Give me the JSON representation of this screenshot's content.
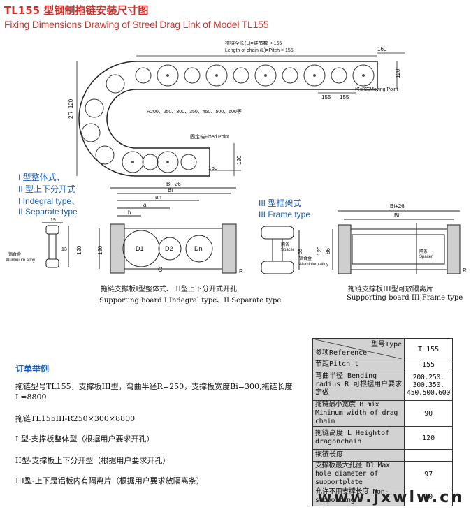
{
  "header": {
    "title_cn": "TL155 型钢制拖链安装尺寸图",
    "title_en": "Fixing Dimensions Drawing of Streel Drag Link of Model TL155"
  },
  "drawing": {
    "length_label_cn": "拖链全长(L)=链节数 × 155",
    "length_label_en": "Length of chain (L)=Pitch × 155",
    "radius_label": "R200、250、300、350、450、500、600等",
    "height_label": "2R+120",
    "moving_point": "移动端Moving Point",
    "fixed_point": "固定端Fixed Point",
    "dim_160": "160",
    "dim_120": "120",
    "dim_155": "155"
  },
  "types": {
    "type1_cn": "I 型整体式、",
    "type2_cn": "II 型上下分开式",
    "type1_en": "I Indegral type、",
    "type2_en": "II Separate type",
    "type3_cn": "III 型框架式",
    "type3_en": "III Frame type"
  },
  "board_left": {
    "bi26": "Bi+26",
    "bi": "Bi",
    "an": "an",
    "a": "a",
    "h": "h",
    "d1": "D1",
    "d2": "D2",
    "dn": "Dn",
    "c": "C",
    "r": "R",
    "dim_19": "19",
    "dim_13": "13",
    "dim_120": "120",
    "alloy_cn": "铝合金",
    "alloy_en": "Aluminium alloy",
    "caption_cn": "拖链支撑板I型整体式、 II型上下分开式开孔",
    "caption_en": "Supporting board I Indegral type、II Separate type"
  },
  "board_right": {
    "bi26": "Bi+26",
    "bi": "Bi",
    "r": "R",
    "dim_120": "120",
    "dim_86": "86",
    "spacer_cn": "隔条",
    "spacer_en": "Spacer",
    "alloy_cn": "铝合金",
    "alloy_en": "Aluminium alloy",
    "caption_cn": "拖链支撑板III型可放隔离片",
    "caption_en": "Supporting board III,Frame type"
  },
  "order": {
    "title": "订单举例",
    "line1": "拖链型号TL155，支撑板III型，弯曲半径R=250，支撑板宽度Bi=300,拖链长度L=8800",
    "line2": "拖链TL155III-R250×300×8800",
    "line3": "I 型-支撑板整体型（根据用户要求开孔）",
    "line4": "II型-支撑板上下分开型（根据用户要求开孔）",
    "line5": "III型-上下是铝板内有隔离片（根据用户要求放隔离条）"
  },
  "spec_table": {
    "header_model": "型号Type",
    "header_ref": "参项Reference",
    "model": "TL155",
    "rows": [
      {
        "label": "节距Pitch      t",
        "value": "155"
      },
      {
        "label": "弯曲半径 Bending radius R 可根据用户要求定做",
        "value": "200.250. 300.350. 450.500.600"
      },
      {
        "label": "拖链最小宽度 B mix Minimum width of drag chain",
        "value": "90"
      },
      {
        "label": "拖链高度 L Heightof dragonchain",
        "value": "120"
      },
      {
        "label": "拖链长度",
        "value": ""
      },
      {
        "label": "支撑板最大孔径 D1 Max hole diameter of supportplate",
        "value": "97"
      },
      {
        "label": "允许不用支撑长度 Non-supporting",
        "value": "10"
      }
    ]
  },
  "watermark": "www.jxwlw.cn"
}
